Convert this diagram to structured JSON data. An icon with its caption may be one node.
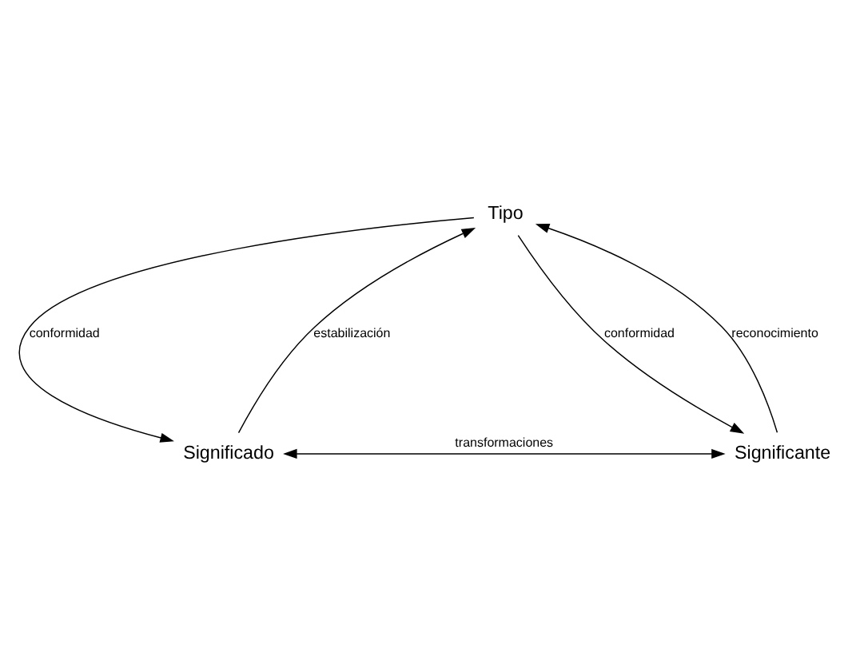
{
  "diagram": {
    "nodes": [
      {
        "text": [
          "Tipo"
        ]
      },
      {
        "text": [
          "Significado"
        ]
      },
      {
        "text": [
          "Significante"
        ]
      }
    ],
    "edges": [
      {
        "from": 0,
        "to": 1,
        "arrow": "to",
        "label": "conformidad"
      },
      {
        "from": 1,
        "to": 0,
        "arrow": "to",
        "label": "estabilización"
      },
      {
        "from": 0,
        "to": 2,
        "arrow": "to",
        "label": "conformidad"
      },
      {
        "from": 2,
        "to": 0,
        "arrow": "to",
        "label": "reconocimiento"
      },
      {
        "from": 1,
        "to": 2,
        "arrow": "both",
        "label": "transformaciones"
      }
    ]
  }
}
